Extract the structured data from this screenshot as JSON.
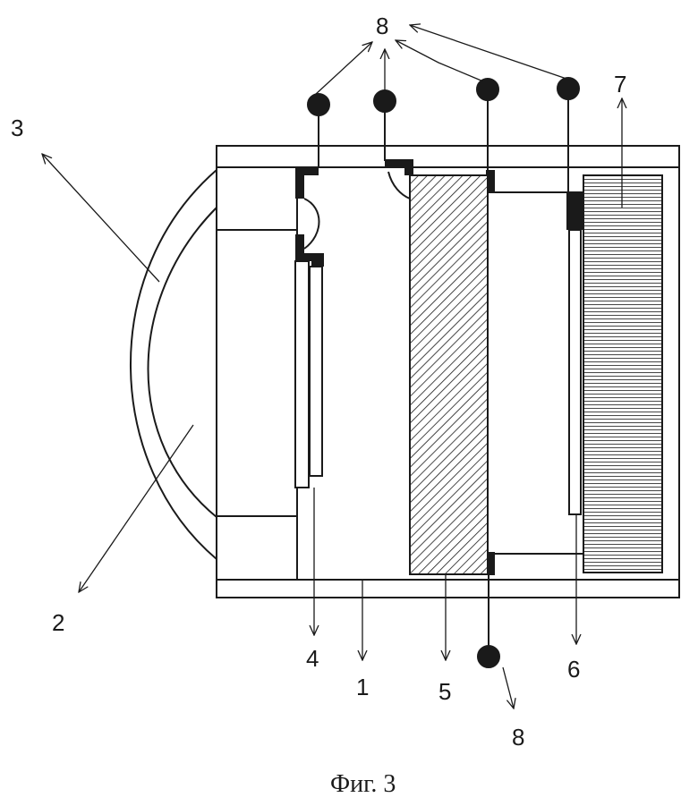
{
  "labels": {
    "l1": "1",
    "l2": "2",
    "l3": "3",
    "l4": "4",
    "l5": "5",
    "l6": "6",
    "l7": "7",
    "l8_top": "8",
    "l8_bottom": "8"
  },
  "caption": "Фиг. 3",
  "colors": {
    "line": "#1a1a1a",
    "background": "#ffffff"
  }
}
